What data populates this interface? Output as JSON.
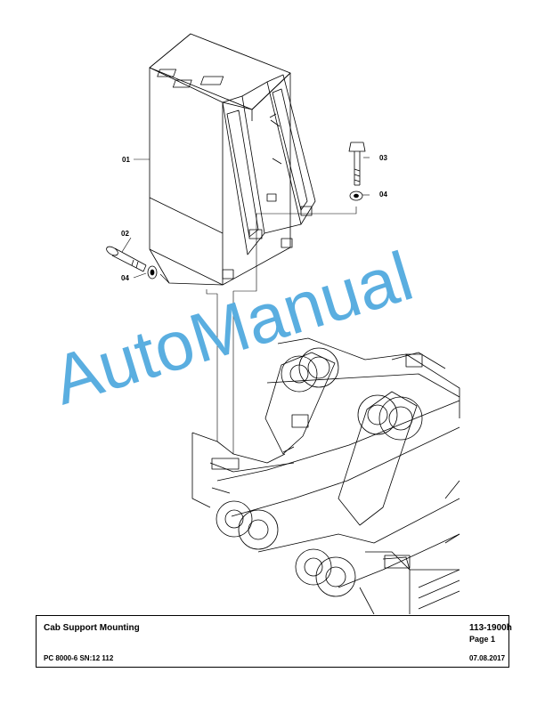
{
  "callouts": {
    "c01": "01",
    "c02": "02",
    "c03": "03",
    "c04a": "04",
    "c04b": "04"
  },
  "watermark": {
    "text": "AutoManual",
    "color": "#5aaee0"
  },
  "title_block": {
    "title": "Cab Support Mounting",
    "doc_number": "113-1900h",
    "page": "Page 1",
    "model": "PC 8000-6 SN:12 112",
    "date": "07.08.2017"
  }
}
